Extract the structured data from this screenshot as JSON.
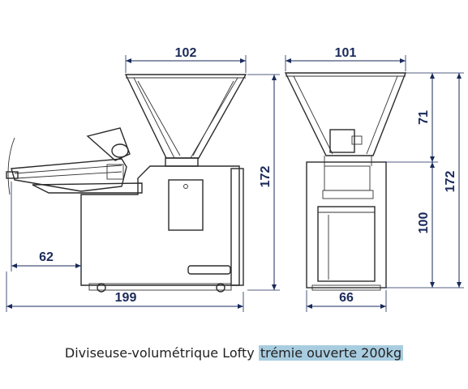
{
  "dimensions": {
    "side_top_width": "102",
    "front_top_width": "101",
    "side_height": "172",
    "front_total_height": "172",
    "front_hopper_height": "71",
    "front_lower_height": "100",
    "side_feed_length": "62",
    "side_total_length": "199",
    "front_base_width": "66"
  },
  "caption": {
    "prefix": "Diviseuse-volumétrique Lofty ",
    "highlight": "trémie ouverte 200kg"
  },
  "colors": {
    "dimension_text": "#1a2a5a",
    "highlight_background": "#a9cde0"
  }
}
